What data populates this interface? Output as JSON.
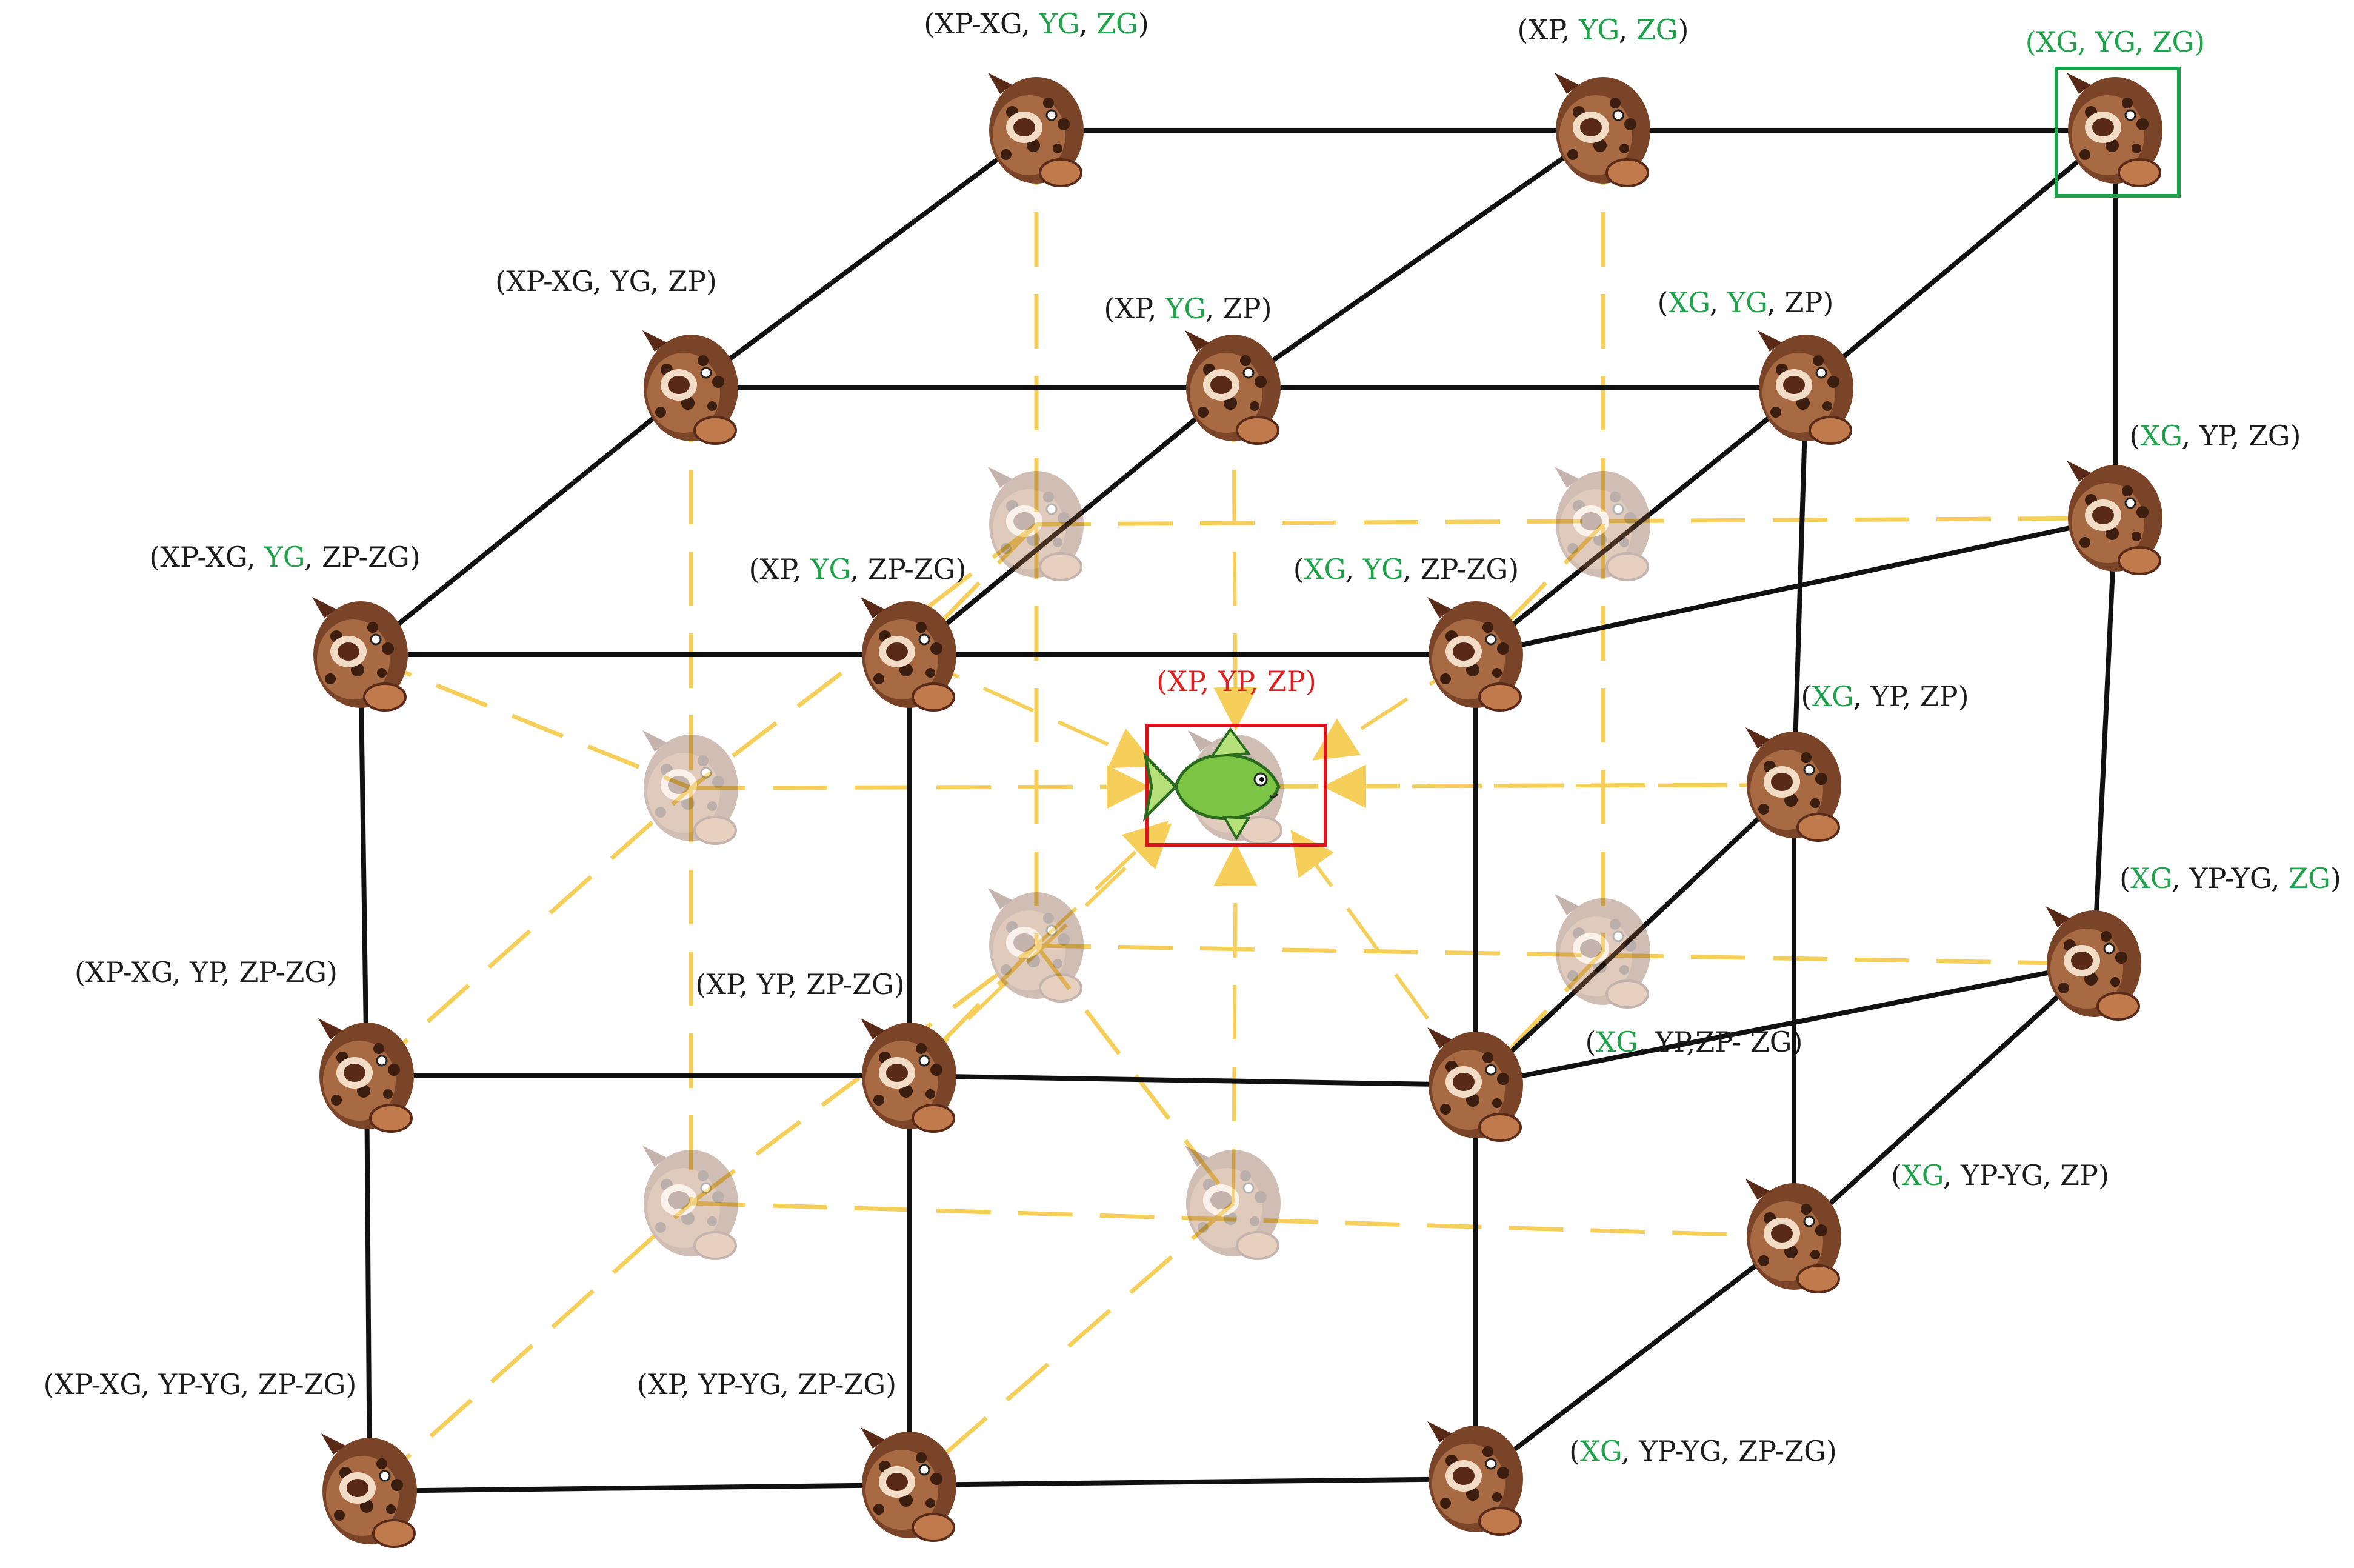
{
  "colors": {
    "best": "#1fa34a",
    "target": "#e02020",
    "text": "#1c1c1c",
    "solid_edge": "#111111",
    "hidden_edge": "#f5cf5a",
    "fish_dark": "#6b3a22",
    "target_fish": "#7cc443"
  },
  "icons": {
    "grouper": "grouper-fish-icon",
    "target": "green-fish-icon"
  },
  "target": {
    "label": [
      {
        "t": "(XP, YP, ZP)",
        "c": "r"
      }
    ]
  },
  "nodes": [
    {
      "id": "A",
      "hidden": false,
      "label": [
        {
          "t": "(XP-XG, ",
          "c": "k"
        },
        {
          "t": "YG",
          "c": "g"
        },
        {
          "t": ", ",
          "c": "k"
        },
        {
          "t": "ZG",
          "c": "g"
        },
        {
          "t": ")",
          "c": "k"
        }
      ]
    },
    {
      "id": "B",
      "hidden": false,
      "label": [
        {
          "t": "(XP, ",
          "c": "k"
        },
        {
          "t": "YG",
          "c": "g"
        },
        {
          "t": ", ",
          "c": "k"
        },
        {
          "t": "ZG",
          "c": "g"
        },
        {
          "t": ")",
          "c": "k"
        }
      ]
    },
    {
      "id": "C",
      "hidden": false,
      "best": true,
      "label": [
        {
          "t": "(XG, YG, ZG)",
          "c": "g"
        }
      ]
    },
    {
      "id": "D",
      "hidden": false,
      "label": [
        {
          "t": "(XP-XG, YG, ZP)",
          "c": "k"
        }
      ]
    },
    {
      "id": "E",
      "hidden": false,
      "label": [
        {
          "t": "(XP, ",
          "c": "k"
        },
        {
          "t": "YG",
          "c": "g"
        },
        {
          "t": ", ZP)",
          "c": "k"
        }
      ]
    },
    {
      "id": "F",
      "hidden": false,
      "label": [
        {
          "t": "(",
          "c": "k"
        },
        {
          "t": "XG",
          "c": "g"
        },
        {
          "t": ", ",
          "c": "k"
        },
        {
          "t": "YG",
          "c": "g"
        },
        {
          "t": ", ZP)",
          "c": "k"
        }
      ]
    },
    {
      "id": "G",
      "hidden": false,
      "label": [
        {
          "t": "(",
          "c": "k"
        },
        {
          "t": "XG",
          "c": "g"
        },
        {
          "t": ", YP, ZG)",
          "c": "k"
        }
      ]
    },
    {
      "id": "H",
      "hidden": false,
      "label": [
        {
          "t": "(XP-XG, ",
          "c": "k"
        },
        {
          "t": "YG",
          "c": "g"
        },
        {
          "t": ", ZP-ZG)",
          "c": "k"
        }
      ]
    },
    {
      "id": "I",
      "hidden": false,
      "label": [
        {
          "t": "(XP, ",
          "c": "k"
        },
        {
          "t": "YG",
          "c": "g"
        },
        {
          "t": ", ZP-ZG)",
          "c": "k"
        }
      ]
    },
    {
      "id": "J",
      "hidden": false,
      "label": [
        {
          "t": "(",
          "c": "k"
        },
        {
          "t": "XG",
          "c": "g"
        },
        {
          "t": ", ",
          "c": "k"
        },
        {
          "t": "YG",
          "c": "g"
        },
        {
          "t": ", ZP-ZG)",
          "c": "k"
        }
      ]
    },
    {
      "id": "K",
      "hidden": false,
      "label": [
        {
          "t": "(",
          "c": "k"
        },
        {
          "t": "XG",
          "c": "g"
        },
        {
          "t": ", YP, ZP)",
          "c": "k"
        }
      ]
    },
    {
      "id": "L",
      "hidden": false,
      "label": [
        {
          "t": "(",
          "c": "k"
        },
        {
          "t": "XG",
          "c": "g"
        },
        {
          "t": ", YP-YG, ",
          "c": "k"
        },
        {
          "t": "ZG",
          "c": "g"
        },
        {
          "t": ")",
          "c": "k"
        }
      ]
    },
    {
      "id": "M",
      "hidden": false,
      "label": [
        {
          "t": "(XP-XG, YP, ZP-ZG)",
          "c": "k"
        }
      ]
    },
    {
      "id": "N",
      "hidden": false,
      "label": [
        {
          "t": "(XP, YP, ZP-ZG)",
          "c": "k"
        }
      ]
    },
    {
      "id": "O",
      "hidden": false,
      "label": [
        {
          "t": "(",
          "c": "k"
        },
        {
          "t": "XG",
          "c": "g"
        },
        {
          "t": ", YP,ZP- ZG)",
          "c": "k"
        }
      ]
    },
    {
      "id": "P",
      "hidden": false,
      "label": [
        {
          "t": "(",
          "c": "k"
        },
        {
          "t": "XG",
          "c": "g"
        },
        {
          "t": ", YP-YG, ZP)",
          "c": "k"
        }
      ]
    },
    {
      "id": "Q",
      "hidden": false,
      "label": [
        {
          "t": "(XP-XG, YP-YG, ZP-ZG)",
          "c": "k"
        }
      ]
    },
    {
      "id": "R",
      "hidden": false,
      "label": [
        {
          "t": "(XP, YP-YG, ZP-ZG)",
          "c": "k"
        }
      ]
    },
    {
      "id": "S",
      "hidden": false,
      "label": [
        {
          "t": "(",
          "c": "k"
        },
        {
          "t": "XG",
          "c": "g"
        },
        {
          "t": ", YP-YG, ZP-ZG)",
          "c": "k"
        }
      ]
    },
    {
      "id": "h1",
      "hidden": true,
      "label": []
    },
    {
      "id": "h2",
      "hidden": true,
      "label": []
    },
    {
      "id": "h3",
      "hidden": true,
      "label": []
    },
    {
      "id": "h4",
      "hidden": true,
      "label": []
    },
    {
      "id": "h5",
      "hidden": true,
      "label": []
    },
    {
      "id": "h6",
      "hidden": true,
      "label": []
    },
    {
      "id": "h7",
      "hidden": true,
      "label": []
    },
    {
      "id": "h8",
      "hidden": true,
      "label": []
    }
  ]
}
